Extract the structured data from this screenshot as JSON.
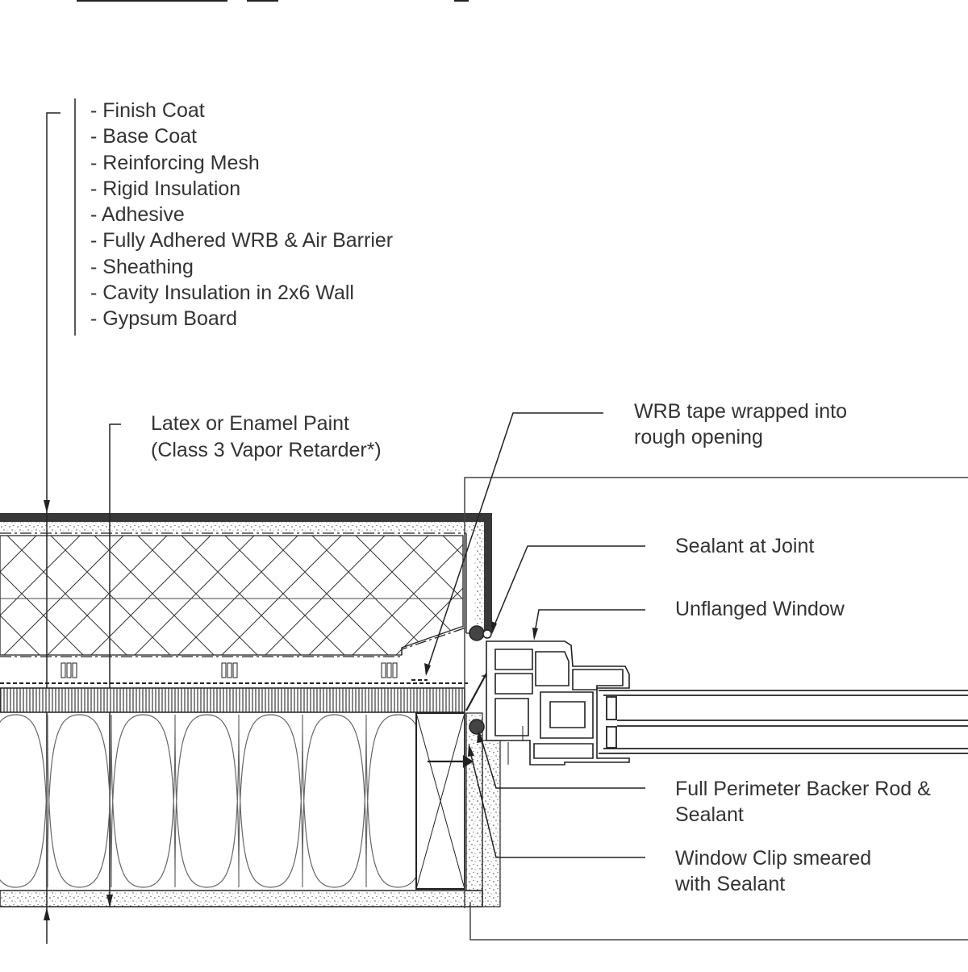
{
  "wall_layers": [
    "- Finish Coat",
    "- Base Coat",
    "- Reinforcing Mesh",
    "- Rigid Insulation",
    "- Adhesive",
    "- Fully Adhered WRB & Air Barrier",
    "- Sheathing",
    "- Cavity Insulation in 2x6 Wall",
    "- Gypsum Board"
  ],
  "callouts": {
    "paint_line1": "Latex or Enamel Paint",
    "paint_line2": "(Class 3 Vapor Retarder*)",
    "wrb_line1": "WRB tape wrapped into",
    "wrb_line2": "rough opening",
    "sealant_joint": "Sealant at Joint",
    "unflanged_window": "Unflanged Window",
    "backer_line1": "Full Perimeter Backer Rod &",
    "backer_line2": "Sealant",
    "clip_line1": "Window Clip smeared",
    "clip_line2": "with Sealant"
  },
  "colors": {
    "line": "#1a1a1a",
    "text": "#333333",
    "sheathing_fill": "#999999"
  }
}
